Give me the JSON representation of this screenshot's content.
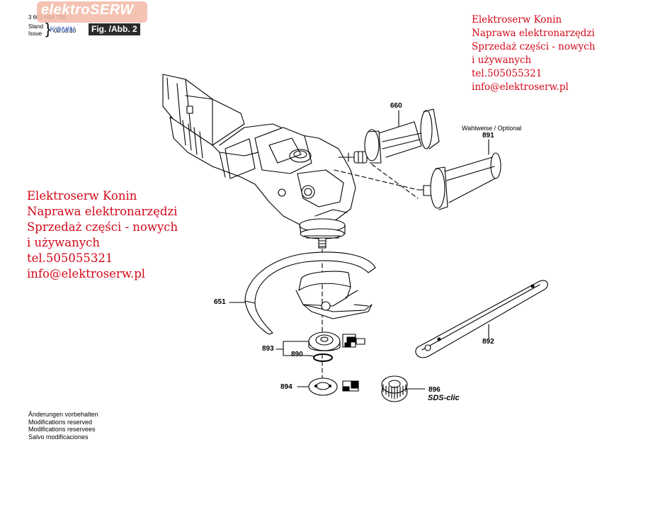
{
  "header": {
    "doc_number": "3 601 H54 T06",
    "stand_label": "Stand",
    "issue_label": "Issue",
    "date": "09.03.10",
    "fig_label": "Fig. /Abb. 2"
  },
  "logo": {
    "brand": "elektroSERW",
    "sub": "KONIN"
  },
  "contact_right": {
    "lines": [
      "Elektroserw Konin",
      "Naprawa elektronarzędzi",
      "Sprzedaż części - nowych",
      "i używanych",
      "tel.505055321",
      "info@elektroserw.pl"
    ]
  },
  "contact_left": {
    "lines": [
      "Elektroserw Konin",
      "Naprawa elektronarzędzi",
      "Sprzedaż części - nowych",
      "i używanych",
      "tel.505055321",
      "info@elektroserw.pl"
    ]
  },
  "parts": {
    "p660": "660",
    "optional_label": "Wahlweise / Optional",
    "p891": "891",
    "p651": "651",
    "p892": "892",
    "p893": "893",
    "p890": "890",
    "p894": "894",
    "p896": "896",
    "sds": "SDS-clic"
  },
  "notes": {
    "lines": [
      "Änderungen vorbehalten",
      "Modifications reserved",
      "Modifications reservees",
      "Salvo modificaciones"
    ]
  },
  "colors": {
    "contact_red": "#d2091a",
    "logo_bg": "#f2b8a6",
    "logo_sub": "#6f8fd6"
  }
}
